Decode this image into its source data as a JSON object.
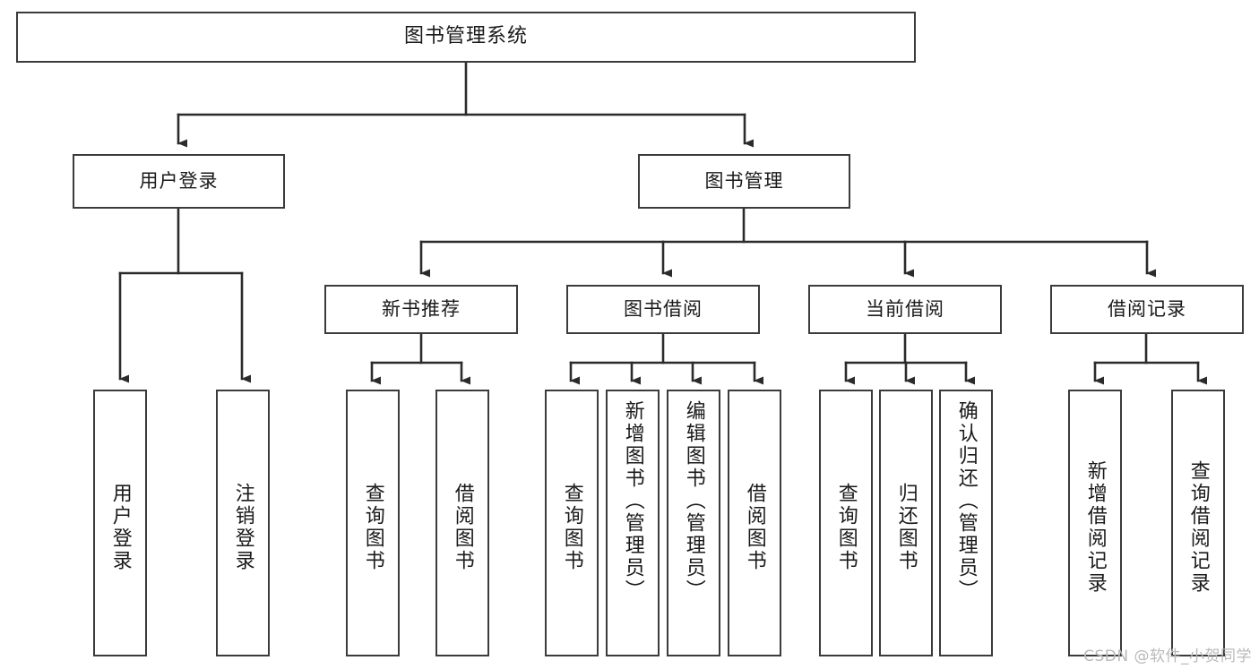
{
  "diagram": {
    "title": "图书管理系统",
    "type": "tree-hierarchy",
    "root": {
      "label": "图书管理系统"
    },
    "level1": [
      {
        "label": "用户登录"
      },
      {
        "label": "图书管理"
      }
    ],
    "level2": [
      {
        "label": "新书推荐",
        "parent": "图书管理"
      },
      {
        "label": "图书借阅",
        "parent": "图书管理"
      },
      {
        "label": "当前借阅",
        "parent": "图书管理"
      },
      {
        "label": "借阅记录",
        "parent": "图书管理"
      }
    ],
    "leaves": {
      "user_login": [
        {
          "label": "用户登录"
        },
        {
          "label": "注销登录"
        }
      ],
      "new_book_recommend": [
        {
          "label": "查询图书"
        },
        {
          "label": "借阅图书"
        }
      ],
      "book_borrow": [
        {
          "label": "查询图书"
        },
        {
          "label": "新增图书（管理员）"
        },
        {
          "label": "编辑图书（管理员）"
        },
        {
          "label": "借阅图书"
        }
      ],
      "current_borrow": [
        {
          "label": "查询图书"
        },
        {
          "label": "归还图书"
        },
        {
          "label": "确认归还（管理员）"
        }
      ],
      "borrow_record": [
        {
          "label": "新增借阅记录"
        },
        {
          "label": "查询借阅记录"
        }
      ]
    }
  },
  "watermark": {
    "text": "CSDN @软件_小贺同学"
  },
  "colors": {
    "border": "#3b3b3b",
    "background": "#ffffff",
    "text": "#1a1a1a",
    "watermark": "#b9b9b9"
  }
}
